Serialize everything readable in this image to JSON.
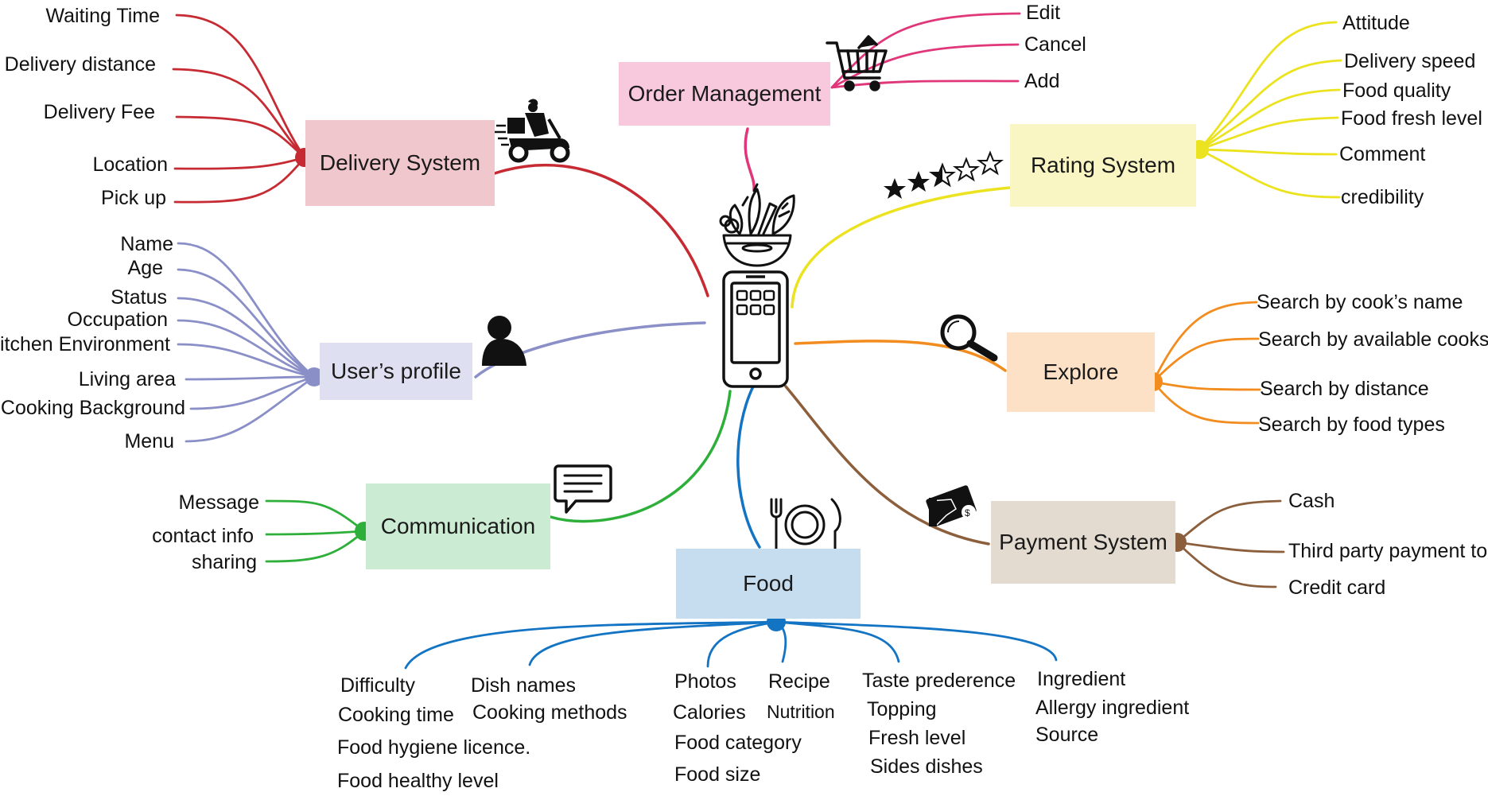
{
  "colors": {
    "delivery": "#c62a32",
    "profile": "#8a8fc8",
    "communication": "#2eaf3a",
    "food": "#1474c4",
    "payment": "#8b5e3c",
    "explore": "#f28c1e",
    "rating": "#ece320",
    "order": "#e0367a"
  },
  "center": {
    "icons": [
      "salad-bowl-icon",
      "smartphone-icon"
    ]
  },
  "delivery": {
    "title": "Delivery System",
    "icon": "delivery-scooter-icon",
    "items": [
      "Waiting Time",
      "Delivery distance",
      "Delivery Fee",
      "Location",
      "Pick up"
    ]
  },
  "profile": {
    "title": "User’s profile",
    "icon": "user-icon",
    "items": [
      "Name",
      "Age",
      "Status",
      "Occupation",
      "Kitchen Environment",
      "Living area",
      "Cooking Background",
      "Menu"
    ]
  },
  "communication": {
    "title": "Communication",
    "icon": "chat-bubble-icon",
    "items": [
      "Message",
      "contact info",
      "sharing"
    ]
  },
  "food": {
    "title": "Food",
    "icon": "plate-cutlery-icon",
    "groups": [
      [
        "Difficulty",
        "Cooking time",
        "Food hygiene licence.",
        "Food healthy level"
      ],
      [
        "Dish names",
        "Cooking methods"
      ],
      [
        "Photos",
        "Calories",
        "Food category",
        "Food size"
      ],
      [
        "Recipe",
        "Nutrition"
      ],
      [
        "Taste prederence",
        "Topping",
        "Fresh level",
        "Sides dishes"
      ],
      [
        "Ingredient",
        "Allergy ingredient",
        "Source"
      ]
    ]
  },
  "order": {
    "title": "Order Management",
    "icon": "shopping-cart-icon",
    "items": [
      "Edit",
      "Cancel",
      "Add"
    ]
  },
  "rating": {
    "title": "Rating System",
    "icon": "star-rating-icon",
    "items": [
      "Attitude",
      "Delivery speed",
      "Food quality",
      "Food fresh level",
      "Comment",
      "credibility"
    ]
  },
  "explore": {
    "title": "Explore",
    "icon": "magnifier-icon",
    "items": [
      "Search by cook’s name",
      "Search by available cooks",
      "Search by distance",
      "Search by food types"
    ]
  },
  "payment": {
    "title": "Payment System",
    "icon": "money-hand-icon",
    "items": [
      "Cash",
      "Third party payment tool",
      "Credit card"
    ]
  }
}
